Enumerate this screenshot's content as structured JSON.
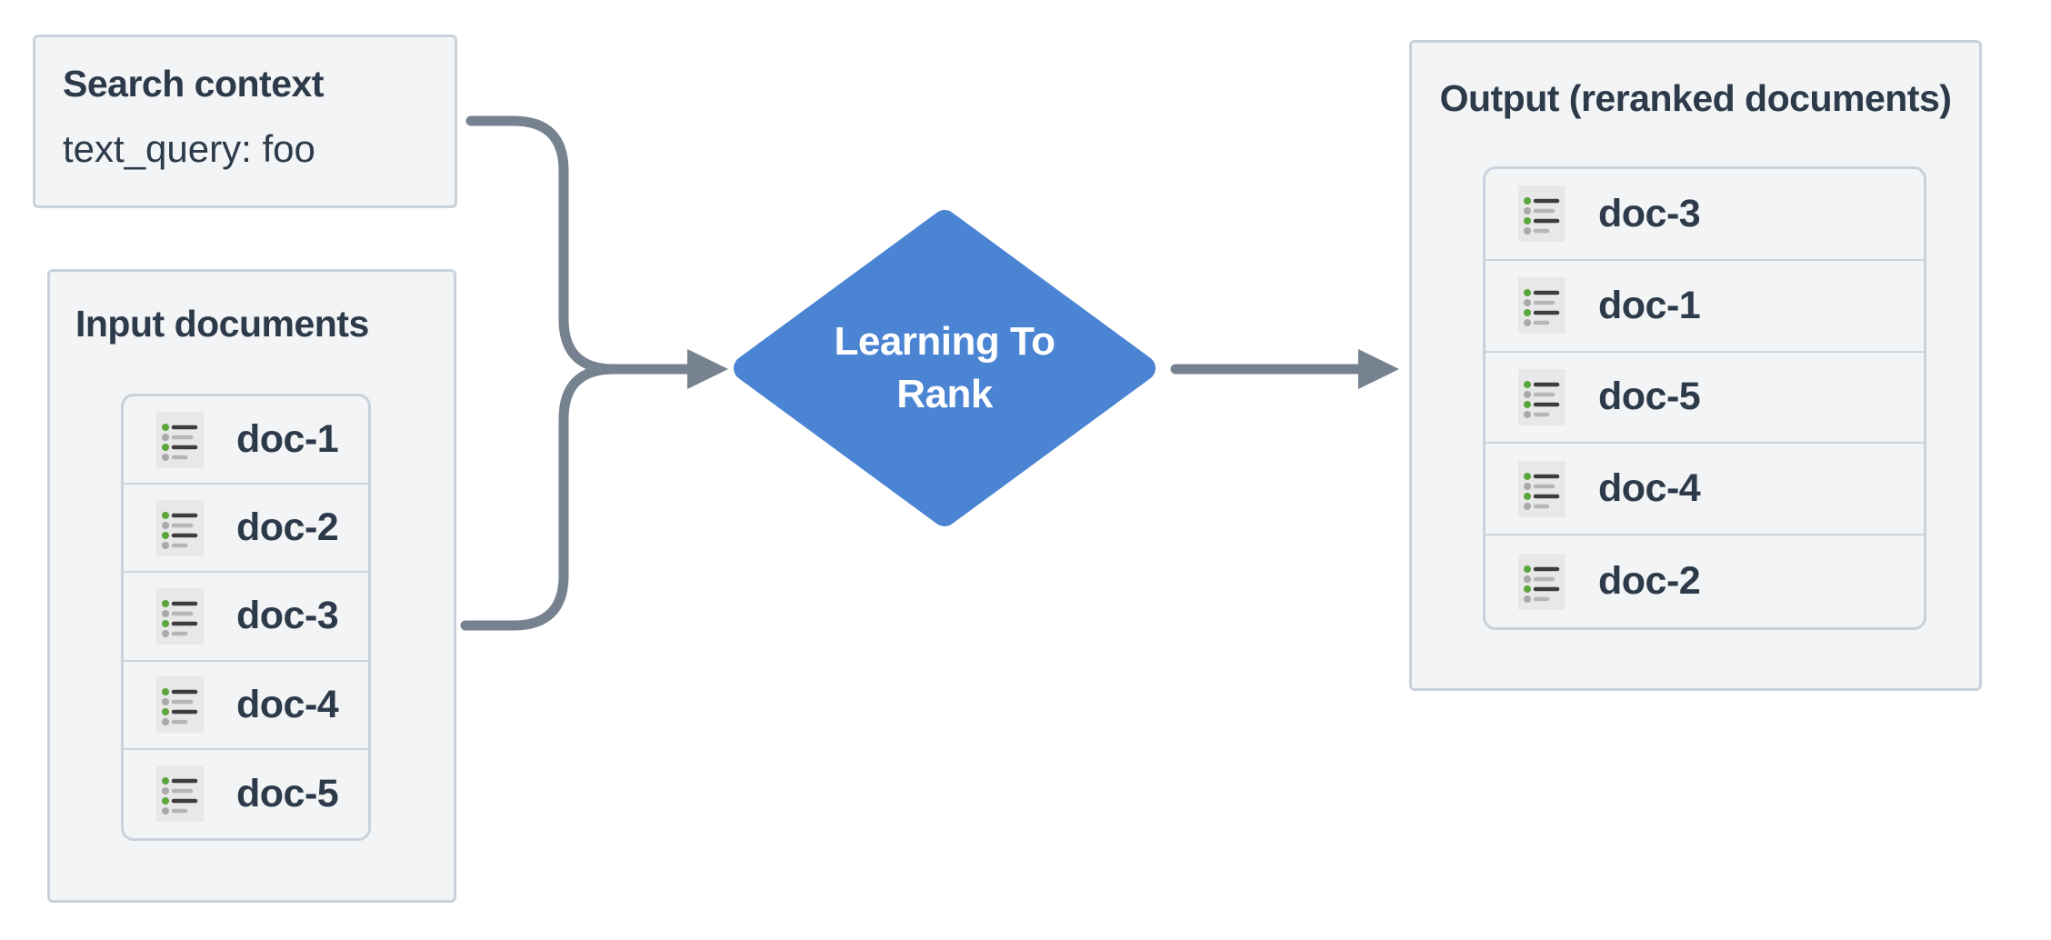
{
  "nodes": {
    "search_context": {
      "title": "Search context",
      "body": "text_query: foo"
    },
    "input_documents": {
      "title": "Input documents",
      "docs": [
        "doc-1",
        "doc-2",
        "doc-3",
        "doc-4",
        "doc-5"
      ]
    },
    "learning_to_rank": {
      "line1": "Learning To",
      "line2": "Rank"
    },
    "output": {
      "title": "Output (reranked documents)",
      "docs": [
        "doc-3",
        "doc-1",
        "doc-5",
        "doc-4",
        "doc-2"
      ]
    }
  },
  "colors": {
    "node_fill": "#f2f4f6",
    "node_border": "#c9d2db",
    "separator": "#ccd4dc",
    "diamond_fill": "#4a84d2",
    "connector": "#76828f",
    "text": "#2d3a49",
    "icon_bg": "#e8e8e8",
    "icon_green": "#5aa63c",
    "icon_gray_dot": "#a9a9a9",
    "icon_line_dark": "#3d3d3d",
    "icon_line_gray": "#b6b6b6"
  }
}
